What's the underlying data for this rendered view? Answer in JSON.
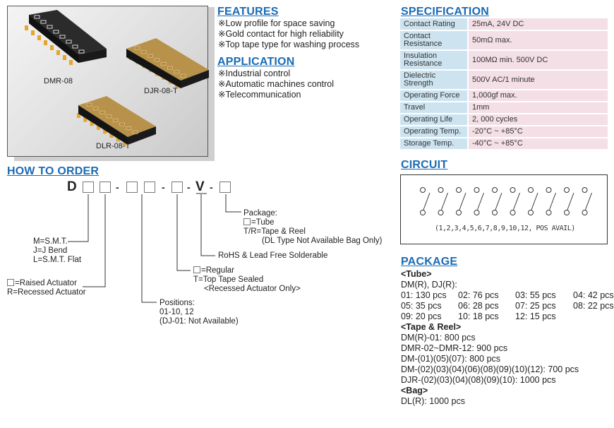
{
  "products": {
    "items": [
      {
        "name": "DMR-08",
        "actuator_color": "#1c1c1c"
      },
      {
        "name": "DJR-08-T",
        "actuator_color": "#b08a46"
      },
      {
        "name": "DLR-08-T",
        "actuator_color": "#b08a46"
      }
    ]
  },
  "features": {
    "title": "FEATURES",
    "items": [
      "※Low profile for space saving",
      "※Gold contact for high reliability",
      "※Top tape type for washing process"
    ]
  },
  "application": {
    "title": "APPLICATION",
    "items": [
      "※Industrial control",
      "※Automatic machines control",
      "※Telecommunication"
    ]
  },
  "specification": {
    "title": "SPECIFICATION",
    "rows": [
      {
        "label": "Contact Rating",
        "value": "25mA, 24V DC"
      },
      {
        "label": "Contact Resistance",
        "value": "50mΩ max."
      },
      {
        "label": "Insulation Resistance",
        "value": "100MΩ min. 500V DC"
      },
      {
        "label": "Dielectric Strength",
        "value": "500V AC/1 minute"
      },
      {
        "label": "Operating Force",
        "value": "1,000gf max."
      },
      {
        "label": "Travel",
        "value": "1mm"
      },
      {
        "label": "Operating Life",
        "value": "2, 000 cycles"
      },
      {
        "label": "Operating Temp.",
        "value": "-20°C ~ +85°C"
      },
      {
        "label": "Storage Temp.",
        "value": "-40°C ~ +85°C"
      }
    ]
  },
  "circuit": {
    "title": "CIRCUIT",
    "switch_count": 10,
    "caption": "(1,2,3,4,5,6,7,8,9,10,12, POS AVAIL)"
  },
  "how_to_order": {
    "title": "HOW TO ORDER",
    "code": {
      "prefix": "D",
      "separator": "-",
      "fixed": "V"
    },
    "options": {
      "terminal": [
        "M=S.M.T.",
        "J=J Bend",
        "L=S.M.T. Flat"
      ],
      "actuator": [
        "=Raised Actuator",
        "R=Recessed Actuator"
      ],
      "positions": [
        "Positions:",
        "01-10, 12",
        "(DJ-01: Not Available)"
      ],
      "seal": [
        "=Regular",
        "T=Top Tape Sealed",
        "<Recessed Actuator Only>"
      ],
      "rohs": [
        "RoHS & Lead Free Solderable"
      ],
      "package": [
        "Package:",
        "=Tube",
        "T/R=Tape & Reel",
        "(DL Type Not Available Bag Only)"
      ]
    }
  },
  "package": {
    "title": "PACKAGE",
    "tube": {
      "heading": "<Tube>",
      "series": "DM(R), DJ(R):",
      "counts": [
        "01: 130 pcs",
        "02: 76 pcs",
        "03: 55 pcs",
        "04: 42 pcs",
        "05: 35 pcs",
        "06: 28 pcs",
        "07: 25 pcs",
        "08: 22 pcs",
        "09: 20 pcs",
        "10: 18 pcs",
        "12: 15 pcs"
      ]
    },
    "tape_reel": {
      "heading": "<Tape & Reel>",
      "lines": [
        "DM(R)-01: 800 pcs",
        "DMR-02~DMR-12: 900 pcs",
        "DM-(01)(05)(07): 800 pcs",
        "DM-(02)(03)(04)(06)(08)(09)(10)(12): 700 pcs",
        "DJR-(02)(03)(04)(08)(09)(10): 1000 pcs"
      ]
    },
    "bag": {
      "heading": "<Bag>",
      "lines": [
        "DL(R): 1000 pcs"
      ]
    }
  },
  "colors": {
    "heading": "#1a6bb5",
    "spec_label_bg": "#cde4f0",
    "spec_value_bg": "#f3dfe5"
  }
}
